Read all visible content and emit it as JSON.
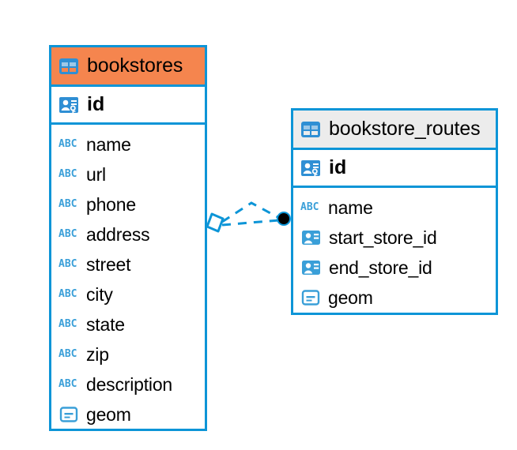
{
  "diagram": {
    "type": "entity-relationship-diagram",
    "background": "#ffffff",
    "accent_blue": "#0d95d7",
    "header_orange": "#f5854e",
    "header_gray": "#ececec",
    "icon_blue": "#3a9fd8"
  },
  "tables": [
    {
      "name": "bookstores",
      "header_color": "#f5854e",
      "title_icon": "table-grid-icon",
      "primary_key": {
        "label": "id",
        "icon": "primary-key-card-icon"
      },
      "fields": [
        {
          "label": "name",
          "icon": "abc-text-icon"
        },
        {
          "label": "url",
          "icon": "abc-text-icon"
        },
        {
          "label": "phone",
          "icon": "abc-text-icon"
        },
        {
          "label": "address",
          "icon": "abc-text-icon"
        },
        {
          "label": "street",
          "icon": "abc-text-icon"
        },
        {
          "label": "city",
          "icon": "abc-text-icon"
        },
        {
          "label": "state",
          "icon": "abc-text-icon"
        },
        {
          "label": "zip",
          "icon": "abc-text-icon"
        },
        {
          "label": "description",
          "icon": "abc-text-icon"
        },
        {
          "label": "geom",
          "icon": "geometry-icon"
        }
      ]
    },
    {
      "name": "bookstore_routes",
      "header_color": "#ececec",
      "title_icon": "table-grid-icon",
      "primary_key": {
        "label": "id",
        "icon": "primary-key-card-icon"
      },
      "fields": [
        {
          "label": "name",
          "icon": "abc-text-icon"
        },
        {
          "label": "start_store_id",
          "icon": "foreign-key-card-icon"
        },
        {
          "label": "end_store_id",
          "icon": "foreign-key-card-icon"
        },
        {
          "label": "geom",
          "icon": "geometry-icon"
        }
      ]
    }
  ],
  "relationship": {
    "style": "dashed",
    "color": "#0d95d7",
    "source_marker": "diamond-outline-marker",
    "target_marker": "filled-circle-marker",
    "abc_glyph": "ABC"
  }
}
